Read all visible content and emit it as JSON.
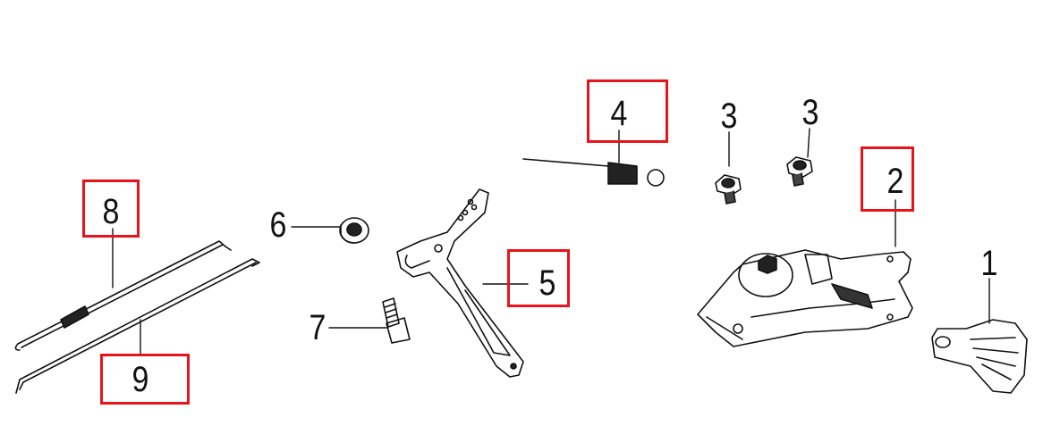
{
  "diagram": {
    "highlight_color": "#e8141b",
    "callouts": [
      {
        "id": "c1",
        "label": "1",
        "highlighted": false
      },
      {
        "id": "c2",
        "label": "2",
        "highlighted": true
      },
      {
        "id": "c3a",
        "label": "3",
        "highlighted": false
      },
      {
        "id": "c3b",
        "label": "3",
        "highlighted": false
      },
      {
        "id": "c4",
        "label": "4",
        "highlighted": true
      },
      {
        "id": "c5",
        "label": "5",
        "highlighted": true
      },
      {
        "id": "c6",
        "label": "6",
        "highlighted": false
      },
      {
        "id": "c7",
        "label": "7",
        "highlighted": false
      },
      {
        "id": "c8",
        "label": "8",
        "highlighted": true
      },
      {
        "id": "c9",
        "label": "9",
        "highlighted": true
      }
    ]
  }
}
